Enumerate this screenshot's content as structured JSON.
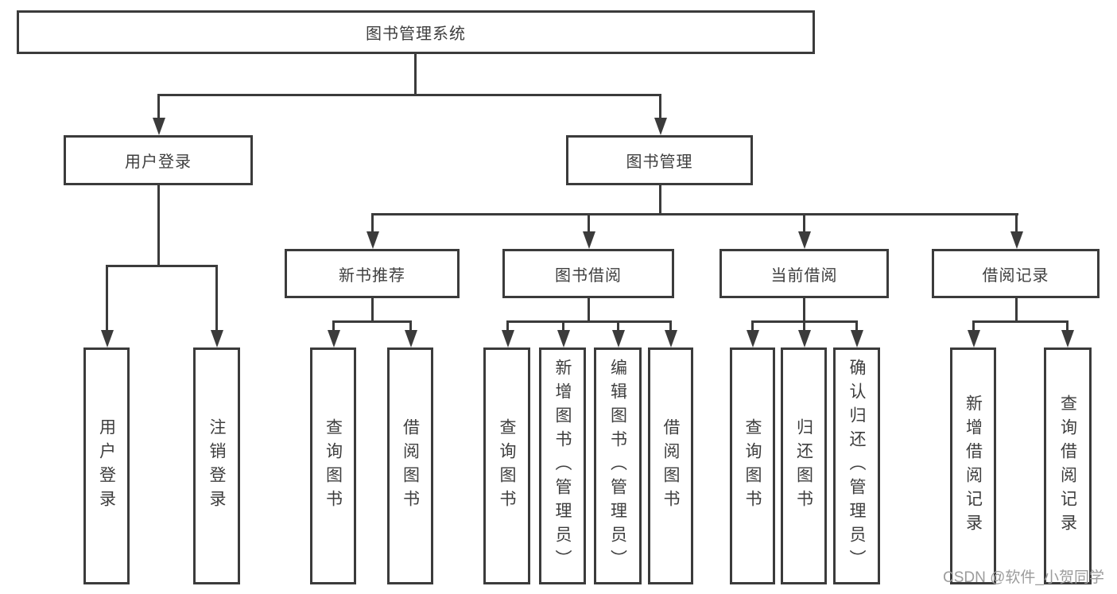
{
  "diagram_title": "图书管理系统",
  "tree": {
    "label": "图书管理系统",
    "children": [
      {
        "label": "用户登录",
        "children": [
          {
            "label": "用户登录"
          },
          {
            "label": "注销登录"
          }
        ]
      },
      {
        "label": "图书管理",
        "children": [
          {
            "label": "新书推荐",
            "children": [
              {
                "label": "查询图书"
              },
              {
                "label": "借阅图书"
              }
            ]
          },
          {
            "label": "图书借阅",
            "children": [
              {
                "label": "查询图书"
              },
              {
                "label": "新增图书（管理员）"
              },
              {
                "label": "编辑图书（管理员）"
              },
              {
                "label": "借阅图书"
              }
            ]
          },
          {
            "label": "当前借阅",
            "children": [
              {
                "label": "查询图书"
              },
              {
                "label": "归还图书"
              },
              {
                "label": "确认归还（管理员）"
              }
            ]
          },
          {
            "label": "借阅记录",
            "children": [
              {
                "label": "新增借阅记录"
              },
              {
                "label": "查询借阅记录"
              }
            ]
          }
        ]
      }
    ]
  },
  "watermark": {
    "text": "CSDN @软件_小贺同学"
  },
  "colors": {
    "line": "#3b3b3b",
    "text": "#3e3e3e",
    "watermark": "#9c9c9c",
    "background": "#ffffff"
  }
}
